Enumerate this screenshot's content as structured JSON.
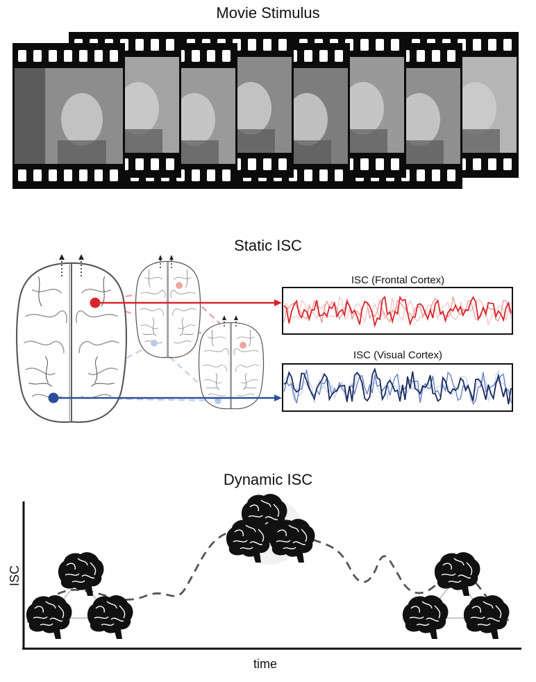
{
  "movie": {
    "title": "Movie Stimulus",
    "frame_count": 8
  },
  "static": {
    "title": "Static ISC",
    "frontal_label": "ISC (Frontal Cortex)",
    "visual_label": "ISC (Visual Cortex)",
    "colors": {
      "frontal": "#d7262b",
      "frontal_light": "#e8a0a0",
      "visual": "#2d4f9a",
      "visual_light": "#a8bde0"
    }
  },
  "dynamic": {
    "title": "Dynamic ISC",
    "ylabel": "ISC",
    "xlabel": "time"
  }
}
